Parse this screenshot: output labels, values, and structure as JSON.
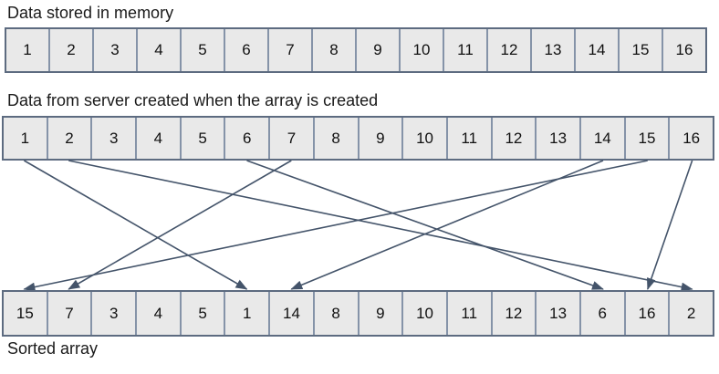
{
  "labels": {
    "memory": "Data stored in memory",
    "server": "Data from server created when the array is created",
    "sorted": "Sorted array"
  },
  "arrays": {
    "memory": [
      "1",
      "2",
      "3",
      "4",
      "5",
      "6",
      "7",
      "8",
      "9",
      "10",
      "11",
      "12",
      "13",
      "14",
      "15",
      "16"
    ],
    "server": [
      "1",
      "2",
      "3",
      "4",
      "5",
      "6",
      "7",
      "8",
      "9",
      "10",
      "11",
      "12",
      "13",
      "14",
      "15",
      "16"
    ],
    "sorted": [
      "15",
      "7",
      "3",
      "4",
      "5",
      "1",
      "14",
      "8",
      "9",
      "10",
      "11",
      "12",
      "13",
      "6",
      "16",
      "2"
    ]
  },
  "arrows": {
    "description": "from = cell position in server array, to = cell position in sorted array",
    "mappings": [
      {
        "from": 1,
        "to": 6
      },
      {
        "from": 2,
        "to": 16
      },
      {
        "from": 6,
        "to": 14
      },
      {
        "from": 7,
        "to": 2
      },
      {
        "from": 14,
        "to": 7
      },
      {
        "from": 15,
        "to": 1
      },
      {
        "from": 16,
        "to": 15
      }
    ]
  },
  "colors": {
    "background": "#ffffff",
    "cell_fill": "#e9e9e9",
    "cell_border": "#8593a8",
    "row_border": "#5d6b80",
    "arrow": "#44546a",
    "text": "#111111"
  }
}
